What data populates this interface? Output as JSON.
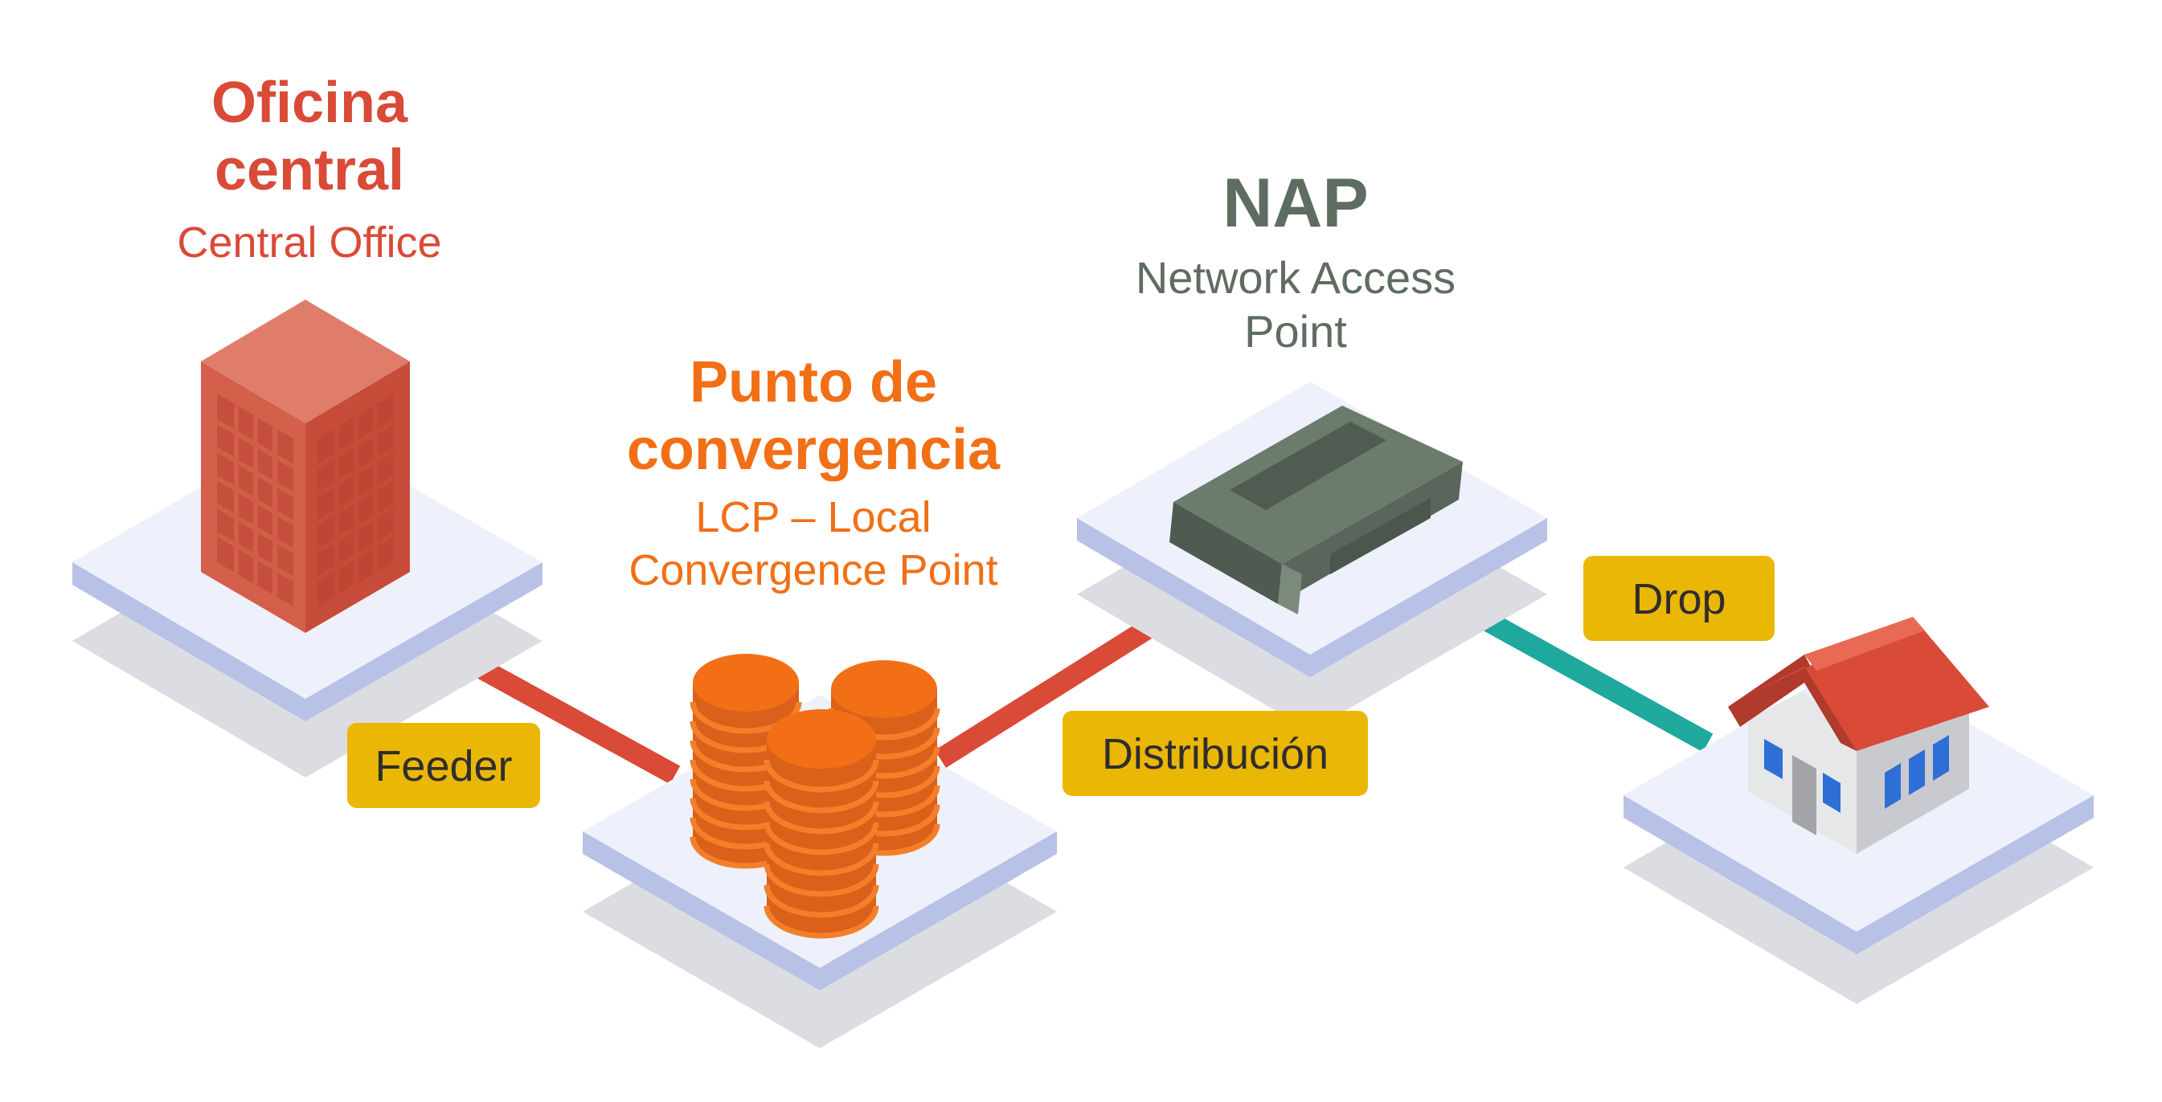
{
  "nodes": {
    "central_office": {
      "title_line1": "Oficina",
      "title_line2": "central",
      "subtitle": "Central Office"
    },
    "lcp": {
      "title_line1": "Punto de",
      "title_line2": "convergencia",
      "subtitle_line1": "LCP – Local",
      "subtitle_line2": "Convergence Point"
    },
    "nap": {
      "title": "NAP",
      "subtitle_line1": "Network Access",
      "subtitle_line2": "Point"
    }
  },
  "links": {
    "feeder": "Feeder",
    "distribution": "Distribución",
    "drop": "Drop"
  },
  "colors": {
    "central_office": "#d94a37",
    "lcp": "#f26f16",
    "nap": "#5f6d61",
    "feeder_line": "#d94a37",
    "distribution_line": "#d94a37",
    "drop_line": "#1fa89c",
    "label_bg": "#ebb705",
    "platform_top": "#eef1fb",
    "platform_side": "#b8c1e6",
    "platform_shadow": "#dcdde2"
  },
  "icons": [
    "office-building-icon",
    "cable-reels-icon",
    "network-access-point-box-icon",
    "house-icon"
  ]
}
